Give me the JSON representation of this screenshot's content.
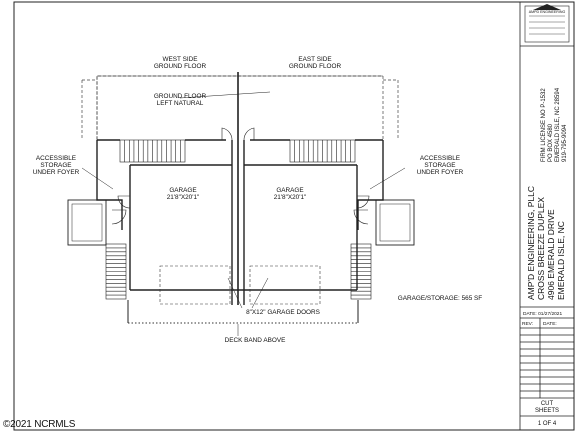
{
  "plan": {
    "west_side": [
      "WEST SIDE",
      "GROUND FLOOR"
    ],
    "east_side": [
      "EAST SIDE",
      "GROUND FLOOR"
    ],
    "ground_floor_note": [
      "GROUND FLOOR",
      "LEFT NATURAL"
    ],
    "storage_left": [
      "ACCESSIBLE",
      "STORAGE",
      "UNDER FOYER"
    ],
    "storage_right": [
      "ACCESSIBLE",
      "STORAGE",
      "UNDER FOYER"
    ],
    "garage_left": [
      "GARAGE",
      "21'8\"X20'1\""
    ],
    "garage_right": [
      "GARAGE",
      "21'8\"X20'1\""
    ],
    "garage_doors": "8\"X12\" GARAGE DOORS",
    "deck_band": "DECK BAND ABOVE",
    "area_note": "GARAGE/STORAGE: 565 SF"
  },
  "title_block": {
    "logo_text": "AMPD ENGINEERING",
    "company": "AMP'D ENGINEERING, PLLC",
    "project": "CROSS BREEZE DUPLEX",
    "street": "4906 EMERALD DRIVE",
    "city": "EMERALD ISLE, NC",
    "license": "FIRM LICENSE NO P-1532",
    "po_box": "PO BOX 4580",
    "mail_city": "EMERALD ISLE, NC 28594",
    "phone": "919-795-9094",
    "date": "DATE: 01/27/2021",
    "rev_label": "REV:",
    "date_label": "DATE:",
    "sheet_title": [
      "CUT",
      "SHEETS"
    ],
    "sheet_no": "1 OF 4"
  },
  "watermark": "©2021 NCRMLS"
}
